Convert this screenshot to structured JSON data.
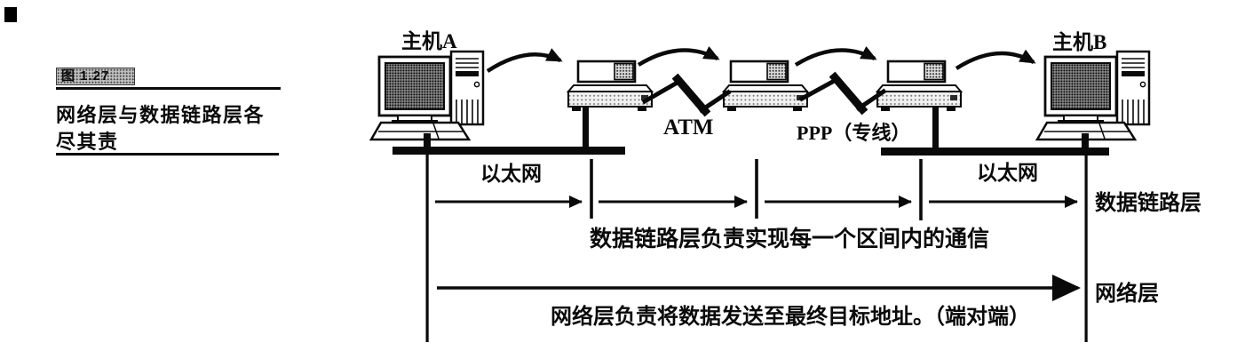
{
  "figure": {
    "corner_mark": "",
    "fig_label": "图 1.27",
    "caption_line1": "网络层与数据链路层各",
    "caption_line2": "尽其责"
  },
  "diagram": {
    "host_a": "主机A",
    "host_b": "主机B",
    "ethernet_left": "以太网",
    "ethernet_right": "以太网",
    "atm": "ATM",
    "ppp": "PPP（专线）",
    "datalink_layer": "数据链路层",
    "network_layer": "网络层",
    "datalink_note": "数据链路层负责实现每一个区间内的通信",
    "network_note": "网络层负责将数据发送至最终目标地址。（端对端）"
  },
  "colors": {
    "ink": "#0a0a0a",
    "paper": "#ffffff"
  }
}
